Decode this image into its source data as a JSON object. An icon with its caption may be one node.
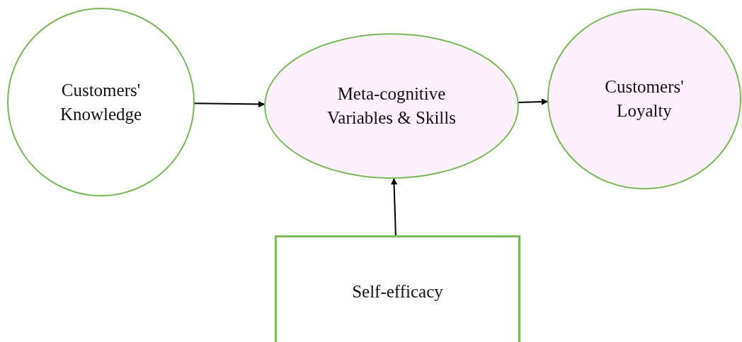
{
  "diagram": {
    "nodes": [
      {
        "text": [
          "Customers' Knowledge"
        ]
      },
      {
        "text": [
          "Meta-cognitive Variables & Skills"
        ]
      },
      {
        "text": [
          "Customers' Loyalty"
        ]
      },
      {
        "text": [
          "Self-efficacy"
        ]
      }
    ],
    "edges": [
      {
        "from": 0,
        "to": 1,
        "arrow": "to"
      },
      {
        "from": 1,
        "to": 2,
        "arrow": "to"
      },
      {
        "from": 3,
        "to": 1,
        "arrow": "to"
      }
    ]
  }
}
